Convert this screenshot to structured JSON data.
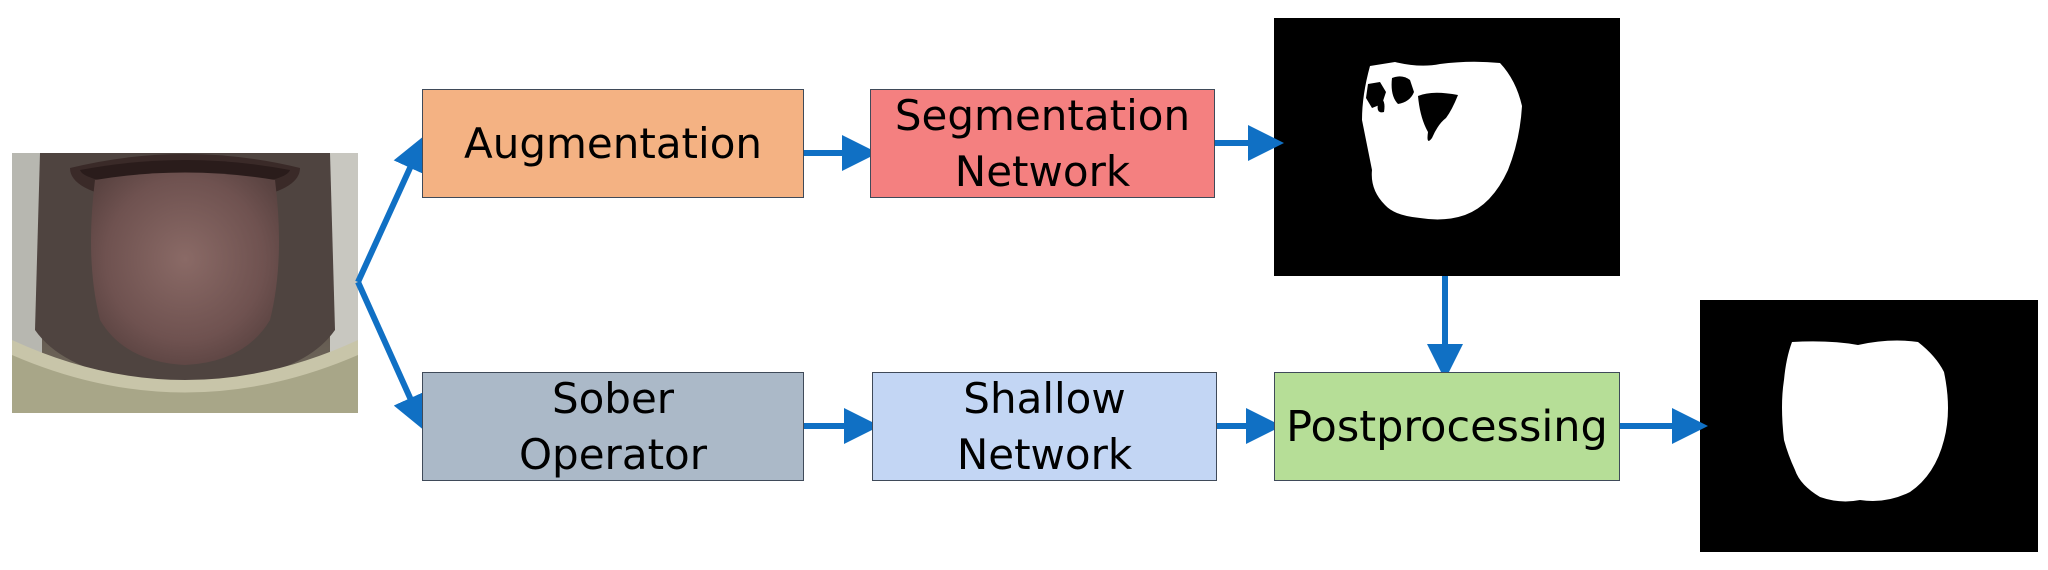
{
  "colors": {
    "arrow": "#1070c4",
    "augmentation_fill": "#f4b283",
    "segmentation_fill": "#f48080",
    "sober_fill": "#abb9c8",
    "shallow_fill": "#c3d6f4",
    "postprocessing_fill": "#b6de97",
    "mask_background": "#000000",
    "mask_foreground": "#ffffff"
  },
  "inputs": {
    "tongue_photo_icon": "tongue-photo"
  },
  "boxes": {
    "augmentation": "Augmentation",
    "segmentation_network": "Segmentation\nNetwork",
    "sober_operator": "Sober\nOperator",
    "shallow_network": "Shallow\nNetwork",
    "postprocessing": "Postprocessing"
  },
  "outputs": {
    "coarse_mask_icon": "coarse-segmentation-mask",
    "final_mask_icon": "final-segmentation-mask"
  }
}
